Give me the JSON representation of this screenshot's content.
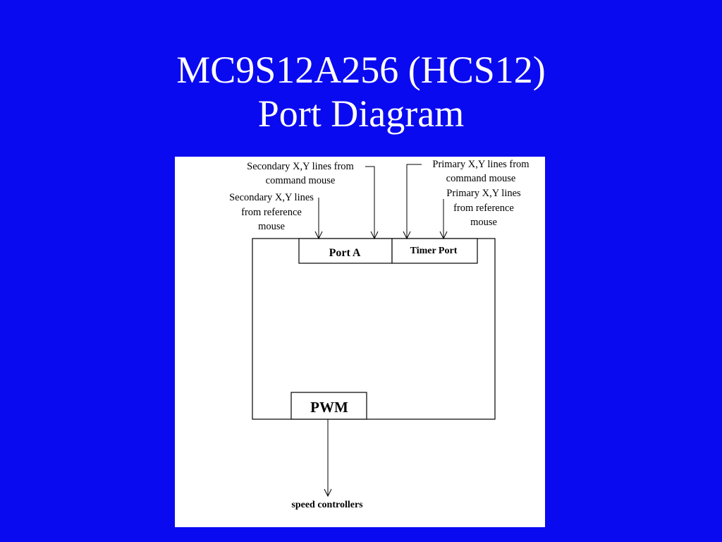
{
  "slide": {
    "title_line1": "MC9S12A256 (HCS12)",
    "title_line2": "Port Diagram",
    "background_color": "#0A0AF0",
    "title_color": "#FFFFFF"
  },
  "diagram": {
    "blocks": {
      "port_a": "Port A",
      "timer_port": "Timer Port",
      "pwm": "PWM"
    },
    "inputs": {
      "secondary_command": [
        "Secondary X,Y lines from",
        "command mouse"
      ],
      "secondary_reference": [
        "Secondary X,Y lines",
        "from reference",
        "mouse"
      ],
      "primary_command": [
        "Primary X,Y lines from",
        "command mouse"
      ],
      "primary_reference": [
        "Primary X,Y lines",
        "from reference",
        "mouse"
      ]
    },
    "output": {
      "pwm_target": "speed controllers"
    }
  }
}
